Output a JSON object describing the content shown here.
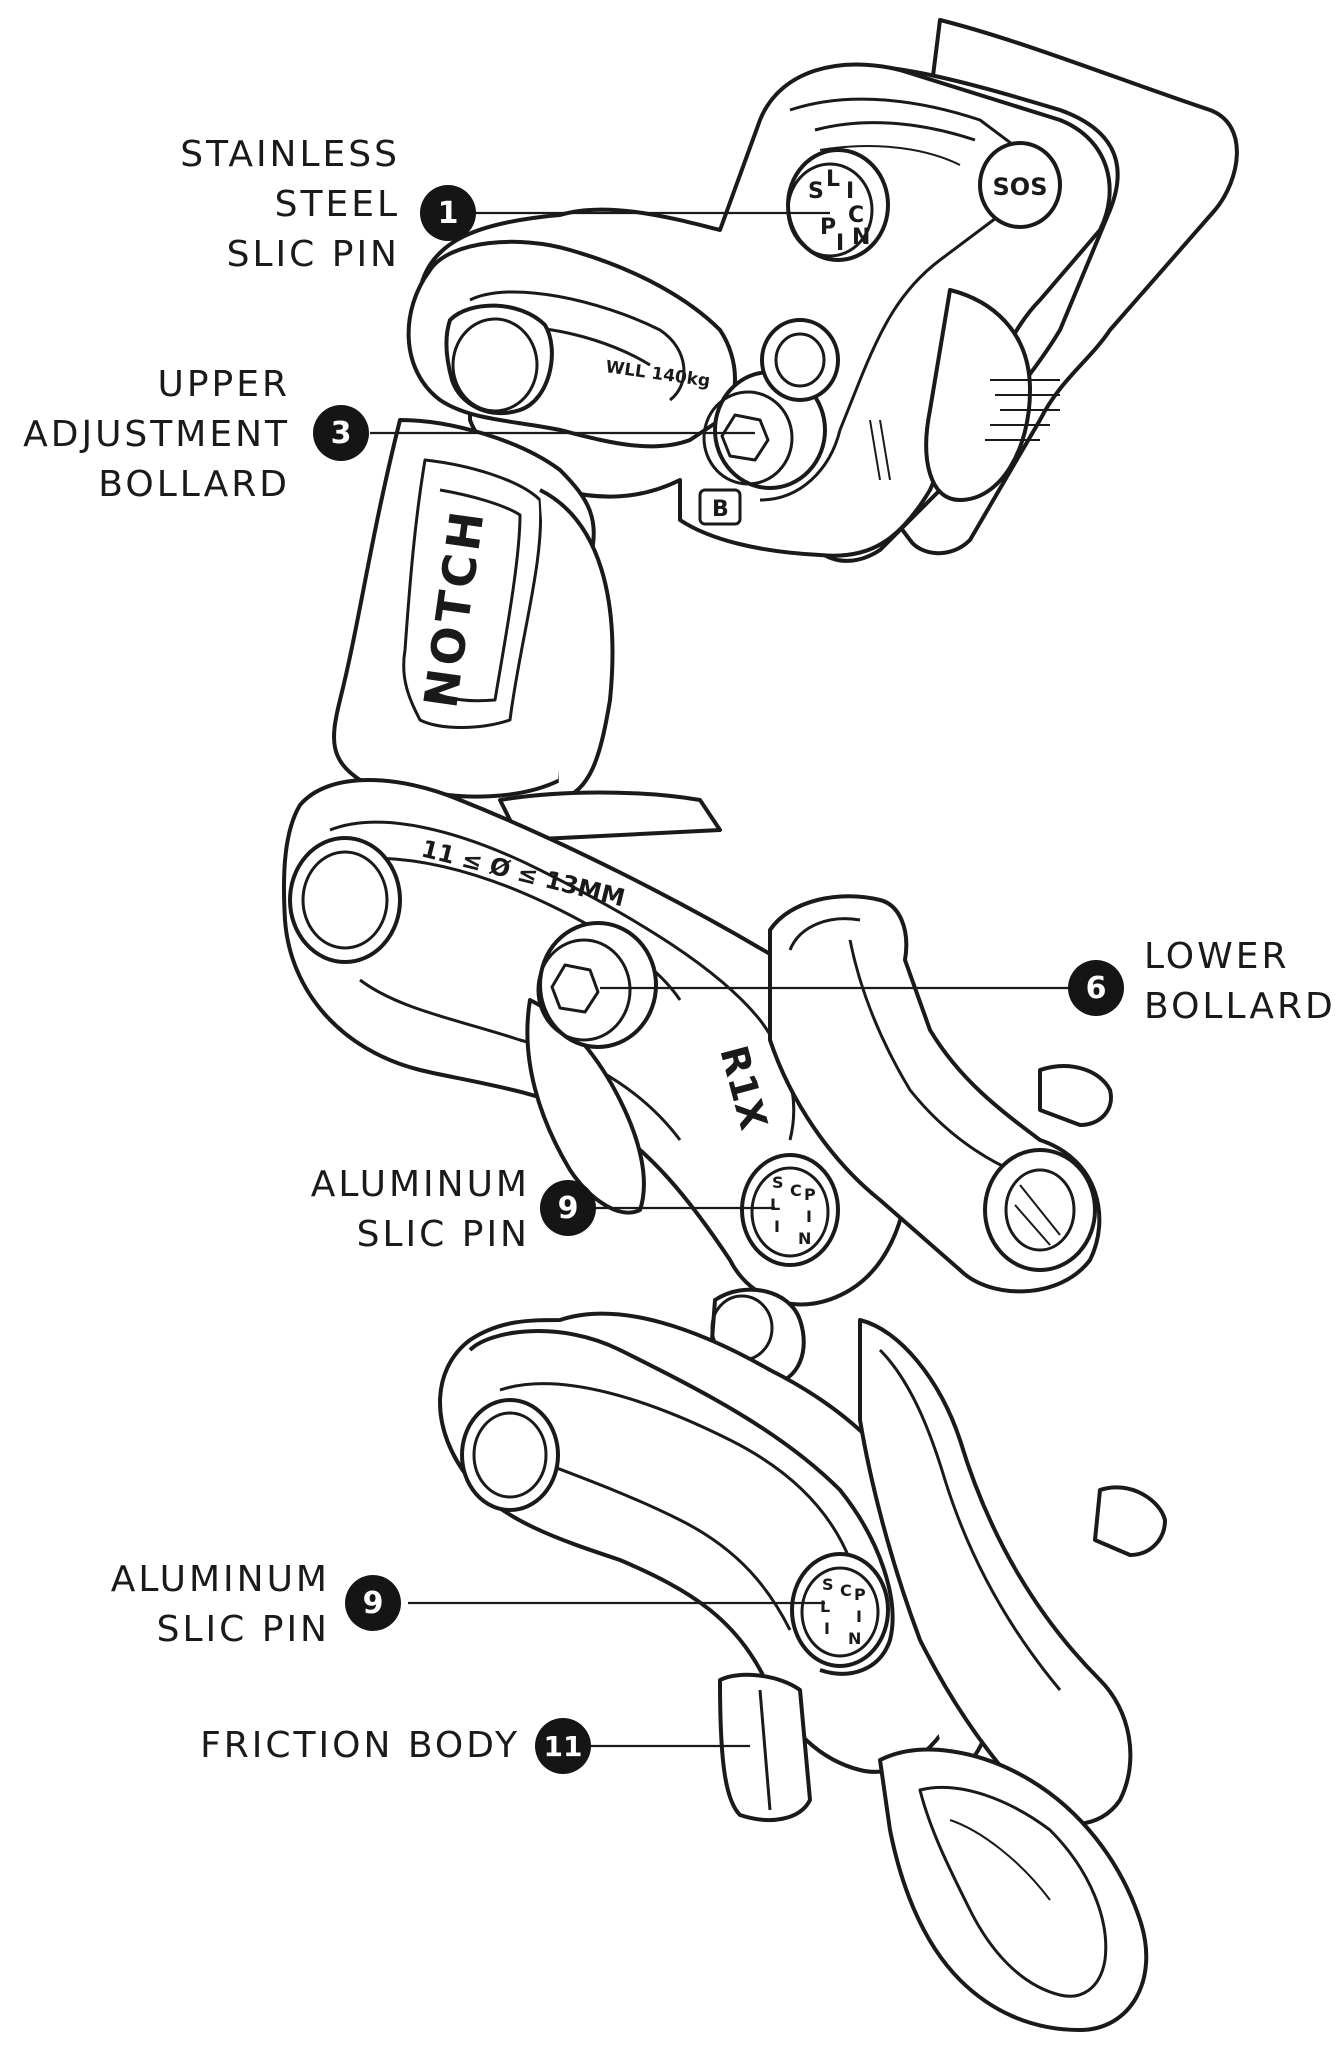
{
  "callouts": [
    {
      "number": "1",
      "lines": [
        "STAINLESS",
        "STEEL",
        "SLIC PIN"
      ]
    },
    {
      "number": "3",
      "lines": [
        "UPPER",
        "ADJUSTMENT",
        "BOLLARD"
      ]
    },
    {
      "number": "6",
      "lines": [
        "LOWER",
        "BOLLARD"
      ]
    },
    {
      "number": "9",
      "lines": [
        "ALUMINUM",
        "SLIC PIN"
      ]
    },
    {
      "number": "9",
      "lines": [
        "ALUMINUM",
        "SLIC PIN"
      ]
    },
    {
      "number": "11",
      "lines": [
        "FRICTION BODY"
      ]
    }
  ],
  "device_markings": {
    "wll": "WLL 140kg",
    "brand": "NOTCH",
    "diameter": "11 ≤ Ø ≤ 13MM",
    "model": "R1X",
    "pin_letters": [
      "S",
      "L",
      "I",
      "C",
      "P",
      "I",
      "N"
    ],
    "logo": "SOS",
    "small_mark": "B"
  },
  "colors": {
    "ink": "#1a1a1a",
    "badge": "#151515",
    "paper": "#ffffff"
  }
}
